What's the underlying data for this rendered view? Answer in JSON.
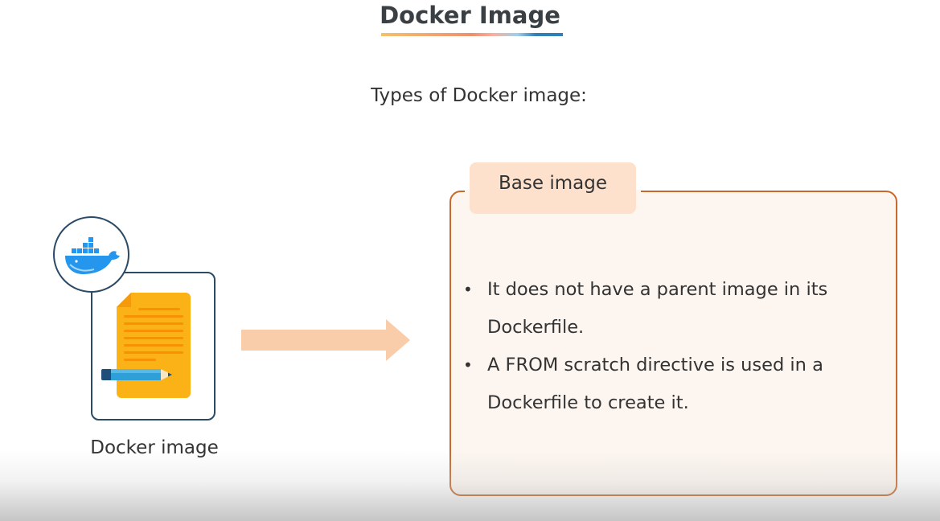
{
  "slide": {
    "title": "Docker Image",
    "subtitle": "Types of Docker image:"
  },
  "left": {
    "label": "Docker image",
    "icons": [
      "docker-whale-icon",
      "document-icon",
      "pencil-icon"
    ]
  },
  "panel": {
    "tab_label": "Base image",
    "bullets": [
      "It does not have a parent image in its Dockerfile.",
      "A FROM scratch directive is used in a Dockerfile to create it."
    ]
  },
  "colors": {
    "panel_border": "#c8682a",
    "panel_fill": "#fdf6f0",
    "tab_fill": "#fde1cd",
    "arrow": "#f9cda9",
    "document": "#fbb217",
    "card_border": "#2b4a66",
    "docker_blue": "#2496ed"
  }
}
